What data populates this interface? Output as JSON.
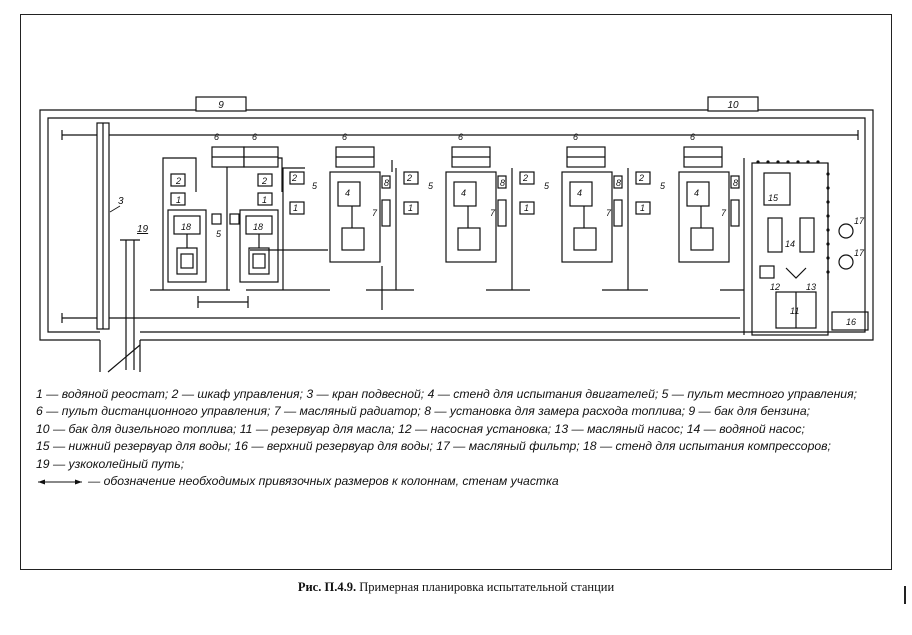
{
  "labels": {
    "n1": "1",
    "n2": "2",
    "n3": "3",
    "n4": "4",
    "n5": "5",
    "n6": "6",
    "n7": "7",
    "n8": "8",
    "n9": "9",
    "n10": "10",
    "n11": "11",
    "n12": "12",
    "n13": "13",
    "n14": "14",
    "n15": "15",
    "n16": "16",
    "n17": "17",
    "n18": "18",
    "n19": "19"
  },
  "legend": {
    "line1": "1 — водяной реостат; 2 — шкаф управления; 3 — кран подвесной; 4 — стенд для испытания двигателей; 5 — пульт местного управления;",
    "line2": "6 — пульт дистанционного управления; 7 — масляный радиатор; 8 — установка для замера расхода топлива; 9 — бак для бензина;",
    "line3": "10 — бак для дизельного топлива; 11 — резервуар для масла; 12 — насосная установка; 13 — масляный насос; 14 — водяной насос;",
    "line4": "15 — нижний резервуар для воды; 16 — верхний резервуар для воды; 17 — масляный фильтр; 18 — стенд для испытания компрессоров;",
    "line5": "19 — узкоколейный путь;",
    "line6": "— обозначение необходимых привязочных размеров к колоннам, стенам участка"
  },
  "caption": {
    "prefix": "Рис. П.4.9.",
    "text": " Примерная планировка испытательной станции"
  }
}
